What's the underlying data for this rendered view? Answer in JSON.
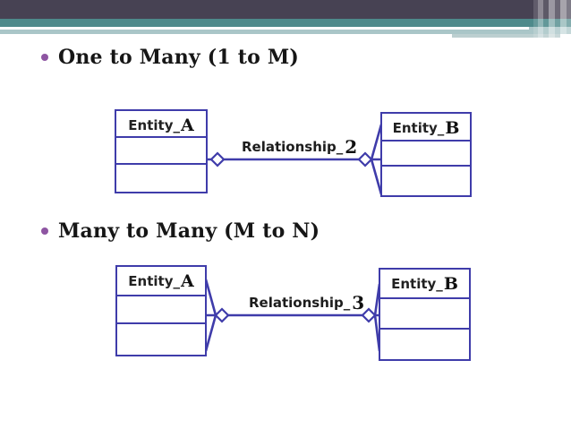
{
  "theme": {
    "header_dark": "#474253",
    "header_teal": "#4e8a8b",
    "header_light_teal": "#aac6c8",
    "bullet_purple": "#8e55a2",
    "diagram_line_blue": "#3f3caa",
    "text_color": "#161616",
    "background": "#ffffff"
  },
  "bullets": [
    {
      "label": "One to Many (1 to M)"
    },
    {
      "label": "Many to Many (M to N)"
    }
  ],
  "diagrams": [
    {
      "type": "er-relationship",
      "cardinality": "1 to M",
      "entity_left": {
        "prefix": "Entity_",
        "letter": "A",
        "rows": 2
      },
      "entity_right": {
        "prefix": "Entity_",
        "letter": "B",
        "rows": 2
      },
      "relationship": {
        "prefix": "Relationship_",
        "suffix": "2"
      },
      "left_end": "one-diamond",
      "right_end": "many-crow-foot"
    },
    {
      "type": "er-relationship",
      "cardinality": "M to N",
      "entity_left": {
        "prefix": "Entity_",
        "letter": "A",
        "rows": 2
      },
      "entity_right": {
        "prefix": "Entity_",
        "letter": "B",
        "rows": 2
      },
      "relationship": {
        "prefix": "Relationship_",
        "suffix": "3"
      },
      "left_end": "many-crow-foot",
      "right_end": "many-crow-foot"
    }
  ]
}
